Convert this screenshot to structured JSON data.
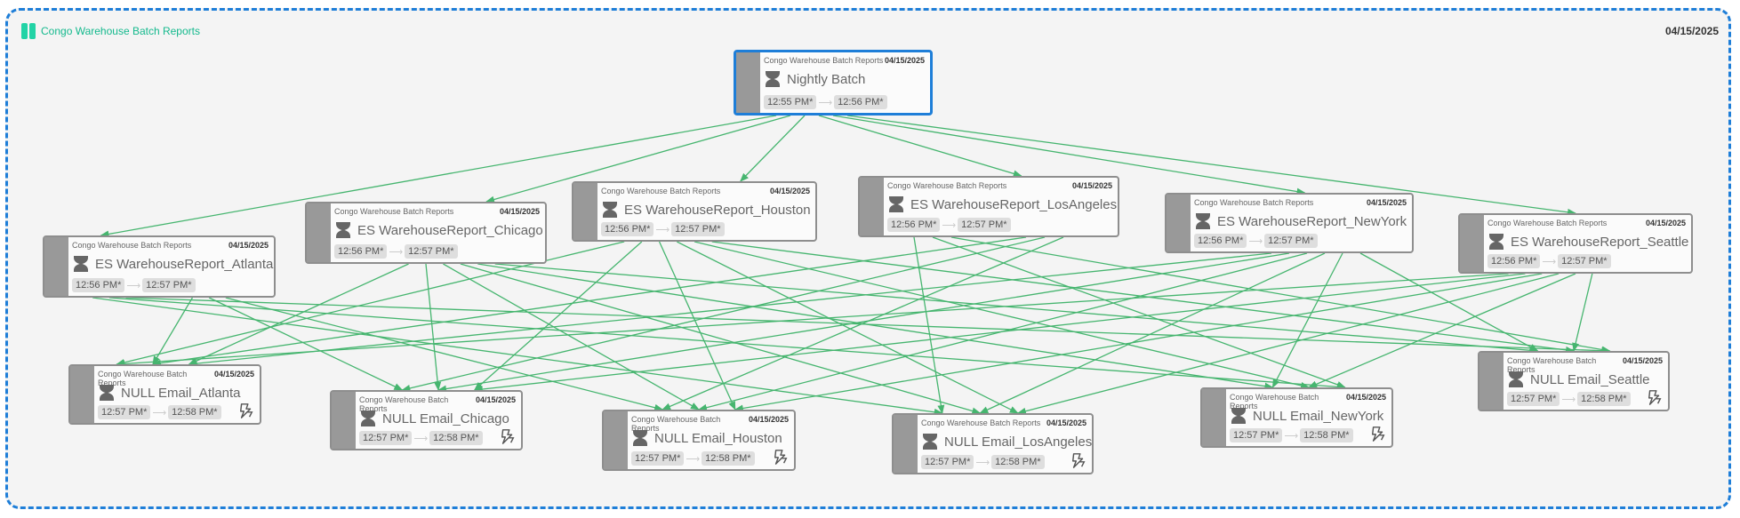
{
  "frame": {
    "title": "Congo Warehouse Batch Reports",
    "date": "04/15/2025"
  },
  "edge_color": "#46b56f",
  "accent": "#1e7ed8",
  "nodes": [
    {
      "id": "nightly",
      "category": "Congo Warehouse Batch Reports",
      "date": "04/15/2025",
      "title": "Nightly Batch",
      "start": "12:55 PM*",
      "end": "12:56 PM*",
      "icon": "hourglass-icon",
      "selected": true
    },
    {
      "id": "atlanta",
      "category": "Congo Warehouse Batch Reports",
      "date": "04/15/2025",
      "title": "ES WarehouseReport_Atlanta",
      "start": "12:56 PM*",
      "end": "12:57 PM*",
      "icon": "hourglass-icon"
    },
    {
      "id": "chicago",
      "category": "Congo Warehouse Batch Reports",
      "date": "04/15/2025",
      "title": "ES WarehouseReport_Chicago",
      "start": "12:56 PM*",
      "end": "12:57 PM*",
      "icon": "hourglass-icon"
    },
    {
      "id": "houston",
      "category": "Congo Warehouse Batch Reports",
      "date": "04/15/2025",
      "title": "ES WarehouseReport_Houston",
      "start": "12:56 PM*",
      "end": "12:57 PM*",
      "icon": "hourglass-icon"
    },
    {
      "id": "losangeles",
      "category": "Congo Warehouse Batch Reports",
      "date": "04/15/2025",
      "title": "ES WarehouseReport_LosAngeles",
      "start": "12:56 PM*",
      "end": "12:57 PM*",
      "icon": "hourglass-icon"
    },
    {
      "id": "newyork",
      "category": "Congo Warehouse Batch Reports",
      "date": "04/15/2025",
      "title": "ES WarehouseReport_NewYork",
      "start": "12:56 PM*",
      "end": "12:57 PM*",
      "icon": "hourglass-icon"
    },
    {
      "id": "seattle",
      "category": "Congo Warehouse Batch Reports",
      "date": "04/15/2025",
      "title": "ES WarehouseReport_Seattle",
      "start": "12:56 PM*",
      "end": "12:57 PM*",
      "icon": "hourglass-icon"
    },
    {
      "id": "email_atlanta",
      "category": "Congo Warehouse Batch Reports",
      "date": "04/15/2025",
      "title": "NULL Email_Atlanta",
      "start": "12:57 PM*",
      "end": "12:58 PM*",
      "icon": "hourglass-icon",
      "bolt": true
    },
    {
      "id": "email_chicago",
      "category": "Congo Warehouse Batch Reports",
      "date": "04/15/2025",
      "title": "NULL Email_Chicago",
      "start": "12:57 PM*",
      "end": "12:58 PM*",
      "icon": "hourglass-icon",
      "bolt": true
    },
    {
      "id": "email_houston",
      "category": "Congo Warehouse Batch Reports",
      "date": "04/15/2025",
      "title": "NULL Email_Houston",
      "start": "12:57 PM*",
      "end": "12:58 PM*",
      "icon": "hourglass-icon",
      "bolt": true
    },
    {
      "id": "email_losangeles",
      "category": "Congo Warehouse Batch Reports",
      "date": "04/15/2025",
      "title": "NULL Email_LosAngeles",
      "start": "12:57 PM*",
      "end": "12:58 PM*",
      "icon": "hourglass-icon",
      "bolt": true
    },
    {
      "id": "email_newyork",
      "category": "Congo Warehouse Batch Reports",
      "date": "04/15/2025",
      "title": "NULL Email_NewYork",
      "start": "12:57 PM*",
      "end": "12:58 PM*",
      "icon": "hourglass-icon",
      "bolt": true
    },
    {
      "id": "email_seattle",
      "category": "Congo Warehouse Batch Reports",
      "date": "04/15/2025",
      "title": "NULL Email_Seattle",
      "start": "12:57 PM*",
      "end": "12:58 PM*",
      "icon": "hourglass-icon",
      "bolt": true
    }
  ],
  "edges": [
    [
      "nightly",
      "atlanta"
    ],
    [
      "nightly",
      "chicago"
    ],
    [
      "nightly",
      "houston"
    ],
    [
      "nightly",
      "losangeles"
    ],
    [
      "nightly",
      "newyork"
    ],
    [
      "nightly",
      "seattle"
    ],
    [
      "atlanta",
      "email_atlanta"
    ],
    [
      "atlanta",
      "email_chicago"
    ],
    [
      "atlanta",
      "email_houston"
    ],
    [
      "atlanta",
      "email_losangeles"
    ],
    [
      "atlanta",
      "email_newyork"
    ],
    [
      "atlanta",
      "email_seattle"
    ],
    [
      "chicago",
      "email_atlanta"
    ],
    [
      "chicago",
      "email_chicago"
    ],
    [
      "chicago",
      "email_houston"
    ],
    [
      "chicago",
      "email_losangeles"
    ],
    [
      "chicago",
      "email_newyork"
    ],
    [
      "chicago",
      "email_seattle"
    ],
    [
      "houston",
      "email_atlanta"
    ],
    [
      "houston",
      "email_chicago"
    ],
    [
      "houston",
      "email_houston"
    ],
    [
      "houston",
      "email_losangeles"
    ],
    [
      "houston",
      "email_newyork"
    ],
    [
      "houston",
      "email_seattle"
    ],
    [
      "losangeles",
      "email_atlanta"
    ],
    [
      "losangeles",
      "email_chicago"
    ],
    [
      "losangeles",
      "email_houston"
    ],
    [
      "losangeles",
      "email_losangeles"
    ],
    [
      "losangeles",
      "email_newyork"
    ],
    [
      "losangeles",
      "email_seattle"
    ],
    [
      "newyork",
      "email_atlanta"
    ],
    [
      "newyork",
      "email_chicago"
    ],
    [
      "newyork",
      "email_houston"
    ],
    [
      "newyork",
      "email_losangeles"
    ],
    [
      "newyork",
      "email_newyork"
    ],
    [
      "newyork",
      "email_seattle"
    ],
    [
      "seattle",
      "email_atlanta"
    ],
    [
      "seattle",
      "email_chicago"
    ],
    [
      "seattle",
      "email_houston"
    ],
    [
      "seattle",
      "email_losangeles"
    ],
    [
      "seattle",
      "email_newyork"
    ],
    [
      "seattle",
      "email_seattle"
    ]
  ]
}
